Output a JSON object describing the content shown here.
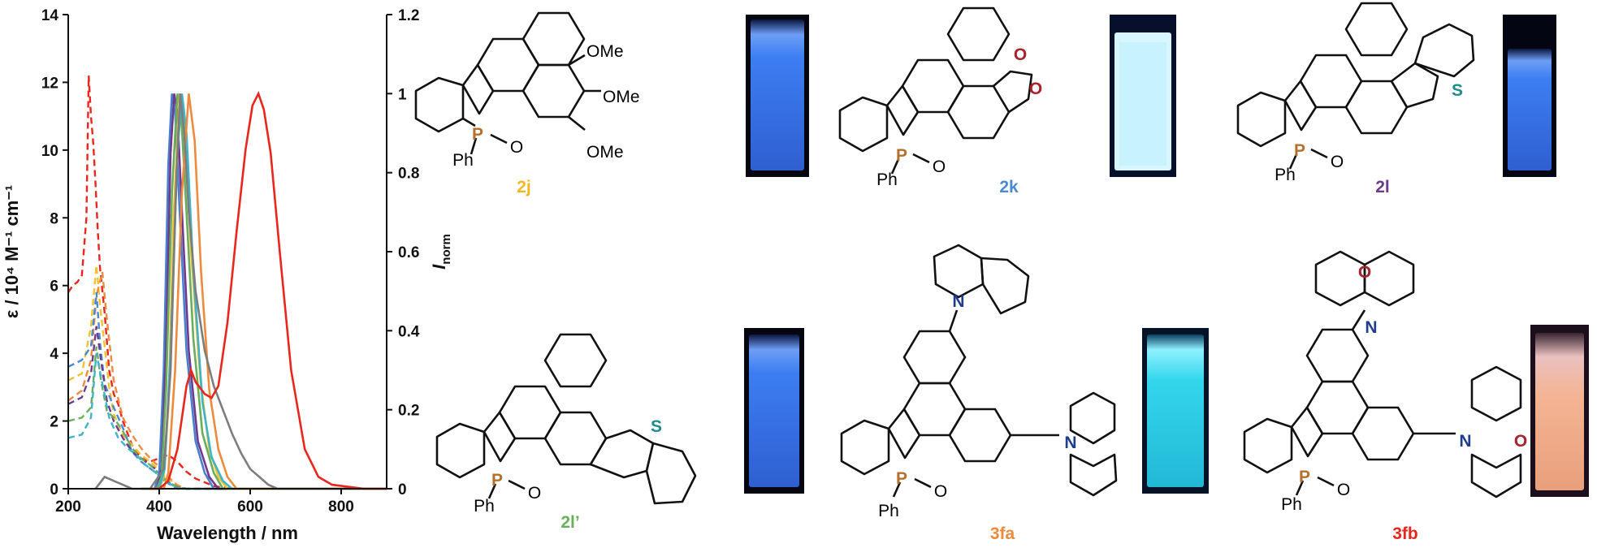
{
  "chart_data": {
    "type": "line",
    "xlabel": "Wavelength / nm",
    "ylabel_left": "ε / 10⁴ M⁻¹ cm⁻¹",
    "ylabel_right": "I_norm",
    "xlim": [
      200,
      900
    ],
    "ylim_left": [
      0,
      14
    ],
    "ylim_right": [
      0,
      1.2
    ],
    "x_ticks": [
      "200",
      "400",
      "600",
      "800"
    ],
    "y_left_ticks": [
      "0",
      "2",
      "4",
      "6",
      "8",
      "10",
      "12",
      "14"
    ],
    "y_right_ticks": [
      "0",
      "0.2",
      "0.4",
      "0.6",
      "0.8",
      "1",
      "1.2"
    ],
    "grid": false,
    "absorption_series": [
      {
        "color": "#e8261c",
        "points": [
          [
            200,
            5.8
          ],
          [
            210,
            6.0
          ],
          [
            220,
            6.1
          ],
          [
            230,
            6.3
          ],
          [
            240,
            8.0
          ],
          [
            245,
            12.2
          ],
          [
            250,
            11.0
          ],
          [
            255,
            10.2
          ],
          [
            260,
            9.0
          ],
          [
            265,
            7.6
          ],
          [
            270,
            6.5
          ],
          [
            280,
            5.2
          ],
          [
            290,
            3.5
          ],
          [
            300,
            2.8
          ],
          [
            310,
            2.5
          ],
          [
            320,
            2.0
          ],
          [
            340,
            1.3
          ],
          [
            360,
            0.9
          ],
          [
            380,
            0.8
          ],
          [
            400,
            0.9
          ],
          [
            420,
            1.0
          ],
          [
            440,
            0.8
          ],
          [
            460,
            0.5
          ],
          [
            480,
            0.3
          ],
          [
            520,
            0.08
          ],
          [
            560,
            0.0
          ],
          [
            900,
            0.0
          ]
        ]
      },
      {
        "color": "#f2c12e",
        "points": [
          [
            200,
            3.2
          ],
          [
            230,
            3.4
          ],
          [
            250,
            4.8
          ],
          [
            262,
            6.6
          ],
          [
            270,
            5.4
          ],
          [
            280,
            4.2
          ],
          [
            290,
            3.0
          ],
          [
            300,
            2.2
          ],
          [
            320,
            1.6
          ],
          [
            340,
            1.3
          ],
          [
            360,
            1.0
          ],
          [
            380,
            0.8
          ],
          [
            400,
            0.55
          ],
          [
            420,
            0.3
          ],
          [
            440,
            0.1
          ],
          [
            460,
            0.0
          ],
          [
            900,
            0.0
          ]
        ]
      },
      {
        "color": "#f08a3e",
        "points": [
          [
            200,
            2.6
          ],
          [
            230,
            2.9
          ],
          [
            250,
            3.8
          ],
          [
            262,
            5.7
          ],
          [
            275,
            6.4
          ],
          [
            285,
            5.0
          ],
          [
            300,
            3.2
          ],
          [
            320,
            2.1
          ],
          [
            340,
            1.6
          ],
          [
            360,
            1.2
          ],
          [
            380,
            0.9
          ],
          [
            400,
            0.65
          ],
          [
            420,
            0.35
          ],
          [
            440,
            0.1
          ],
          [
            460,
            0.0
          ],
          [
            900,
            0.0
          ]
        ]
      },
      {
        "color": "#4a8ad4",
        "points": [
          [
            200,
            3.6
          ],
          [
            230,
            3.8
          ],
          [
            250,
            4.2
          ],
          [
            262,
            5.8
          ],
          [
            270,
            4.3
          ],
          [
            280,
            3.1
          ],
          [
            300,
            2.4
          ],
          [
            320,
            1.8
          ],
          [
            340,
            1.1
          ],
          [
            360,
            0.8
          ],
          [
            380,
            0.6
          ],
          [
            400,
            0.4
          ],
          [
            420,
            0.15
          ],
          [
            440,
            0.0
          ],
          [
            900,
            0.0
          ]
        ]
      },
      {
        "color": "#6e3a8c",
        "points": [
          [
            200,
            2.5
          ],
          [
            230,
            2.7
          ],
          [
            250,
            3.4
          ],
          [
            262,
            4.8
          ],
          [
            272,
            3.8
          ],
          [
            285,
            2.6
          ],
          [
            300,
            2.0
          ],
          [
            320,
            1.5
          ],
          [
            340,
            1.1
          ],
          [
            360,
            0.9
          ],
          [
            380,
            0.7
          ],
          [
            400,
            0.5
          ],
          [
            420,
            0.2
          ],
          [
            440,
            0.05
          ],
          [
            460,
            0.0
          ],
          [
            900,
            0.0
          ]
        ]
      },
      {
        "color": "#6aad5b",
        "points": [
          [
            200,
            2.0
          ],
          [
            230,
            2.1
          ],
          [
            250,
            2.4
          ],
          [
            262,
            4.2
          ],
          [
            272,
            3.2
          ],
          [
            285,
            2.3
          ],
          [
            300,
            2.1
          ],
          [
            320,
            1.7
          ],
          [
            340,
            1.2
          ],
          [
            360,
            0.9
          ],
          [
            380,
            0.7
          ],
          [
            400,
            0.45
          ],
          [
            420,
            0.2
          ],
          [
            440,
            0.05
          ],
          [
            460,
            0.0
          ],
          [
            900,
            0.0
          ]
        ]
      },
      {
        "color": "#3fb4c8",
        "points": [
          [
            200,
            1.5
          ],
          [
            230,
            1.6
          ],
          [
            250,
            2.1
          ],
          [
            262,
            4.0
          ],
          [
            275,
            3.1
          ],
          [
            290,
            2.1
          ],
          [
            310,
            1.5
          ],
          [
            330,
            1.2
          ],
          [
            350,
            1.0
          ],
          [
            370,
            0.7
          ],
          [
            390,
            0.5
          ],
          [
            410,
            0.25
          ],
          [
            430,
            0.1
          ],
          [
            450,
            0.0
          ],
          [
            900,
            0.0
          ]
        ]
      }
    ],
    "emission_series": [
      {
        "color": "#4a7fd0",
        "points": [
          [
            360,
            0.0
          ],
          [
            390,
            0.0
          ],
          [
            400,
            0.04
          ],
          [
            410,
            0.3
          ],
          [
            420,
            0.82
          ],
          [
            428,
            1.0
          ],
          [
            435,
            0.95
          ],
          [
            445,
            0.7
          ],
          [
            460,
            0.35
          ],
          [
            480,
            0.12
          ],
          [
            500,
            0.04
          ],
          [
            520,
            0.0
          ],
          [
            900,
            0.0
          ]
        ]
      },
      {
        "color": "#6e3a8c",
        "points": [
          [
            360,
            0.0
          ],
          [
            395,
            0.0
          ],
          [
            405,
            0.05
          ],
          [
            415,
            0.35
          ],
          [
            425,
            0.85
          ],
          [
            433,
            1.0
          ],
          [
            440,
            0.95
          ],
          [
            450,
            0.7
          ],
          [
            465,
            0.35
          ],
          [
            485,
            0.12
          ],
          [
            510,
            0.03
          ],
          [
            530,
            0.0
          ],
          [
            900,
            0.0
          ]
        ]
      },
      {
        "color": "#6aad5b",
        "points": [
          [
            360,
            0.0
          ],
          [
            395,
            0.0
          ],
          [
            405,
            0.03
          ],
          [
            415,
            0.25
          ],
          [
            428,
            0.75
          ],
          [
            440,
            1.0
          ],
          [
            448,
            0.95
          ],
          [
            460,
            0.7
          ],
          [
            475,
            0.38
          ],
          [
            495,
            0.14
          ],
          [
            520,
            0.04
          ],
          [
            540,
            0.0
          ],
          [
            900,
            0.0
          ]
        ]
      },
      {
        "color": "#f2c12e",
        "points": [
          [
            360,
            0.0
          ],
          [
            400,
            0.0
          ],
          [
            410,
            0.03
          ],
          [
            420,
            0.2
          ],
          [
            432,
            0.7
          ],
          [
            445,
            1.0
          ],
          [
            455,
            0.93
          ],
          [
            470,
            0.6
          ],
          [
            490,
            0.28
          ],
          [
            510,
            0.1
          ],
          [
            530,
            0.03
          ],
          [
            550,
            0.0
          ],
          [
            900,
            0.0
          ]
        ]
      },
      {
        "color": "#3fb4c8",
        "points": [
          [
            360,
            0.0
          ],
          [
            400,
            0.0
          ],
          [
            412,
            0.05
          ],
          [
            425,
            0.35
          ],
          [
            440,
            0.85
          ],
          [
            450,
            1.0
          ],
          [
            460,
            0.9
          ],
          [
            475,
            0.55
          ],
          [
            495,
            0.22
          ],
          [
            515,
            0.08
          ],
          [
            540,
            0.02
          ],
          [
            560,
            0.0
          ],
          [
            900,
            0.0
          ]
        ]
      },
      {
        "color": "#ee8a3c",
        "points": [
          [
            360,
            0.0
          ],
          [
            410,
            0.0
          ],
          [
            420,
            0.04
          ],
          [
            435,
            0.3
          ],
          [
            450,
            0.75
          ],
          [
            465,
            1.0
          ],
          [
            478,
            0.88
          ],
          [
            492,
            0.55
          ],
          [
            510,
            0.25
          ],
          [
            530,
            0.1
          ],
          [
            550,
            0.03
          ],
          [
            570,
            0.0
          ],
          [
            900,
            0.0
          ]
        ]
      },
      {
        "color": "#7d7d7d",
        "points": [
          [
            260,
            0.0
          ],
          [
            280,
            0.03
          ],
          [
            300,
            0.02
          ],
          [
            320,
            0.01
          ],
          [
            340,
            0.0
          ],
          [
            380,
            0.0
          ],
          [
            410,
            0.05
          ],
          [
            425,
            0.3
          ],
          [
            438,
            0.8
          ],
          [
            446,
            1.0
          ],
          [
            455,
            0.9
          ],
          [
            465,
            0.7
          ],
          [
            480,
            0.5
          ],
          [
            500,
            0.35
          ],
          [
            520,
            0.26
          ],
          [
            540,
            0.2
          ],
          [
            560,
            0.14
          ],
          [
            580,
            0.09
          ],
          [
            600,
            0.05
          ],
          [
            620,
            0.03
          ],
          [
            640,
            0.01
          ],
          [
            660,
            0.0
          ],
          [
            900,
            0.0
          ]
        ]
      },
      {
        "color": "#e8261c",
        "points": [
          [
            380,
            0.0
          ],
          [
            400,
            0.0
          ],
          [
            420,
            0.02
          ],
          [
            440,
            0.1
          ],
          [
            460,
            0.26
          ],
          [
            470,
            0.3
          ],
          [
            480,
            0.27
          ],
          [
            500,
            0.24
          ],
          [
            515,
            0.23
          ],
          [
            530,
            0.26
          ],
          [
            550,
            0.42
          ],
          [
            570,
            0.65
          ],
          [
            590,
            0.86
          ],
          [
            605,
            0.97
          ],
          [
            618,
            1.0
          ],
          [
            630,
            0.96
          ],
          [
            645,
            0.85
          ],
          [
            665,
            0.6
          ],
          [
            690,
            0.3
          ],
          [
            720,
            0.1
          ],
          [
            750,
            0.03
          ],
          [
            780,
            0.01
          ],
          [
            850,
            0.0
          ],
          [
            900,
            0.0
          ]
        ]
      }
    ]
  },
  "compounds": [
    {
      "id": "2j",
      "label": "2j",
      "color": "#f2b724",
      "substituents": [
        "OMe",
        "OMe",
        "OMe"
      ]
    },
    {
      "id": "2k",
      "label": "2k",
      "color": "#4a8ad4",
      "substituents": [
        "O",
        "O"
      ]
    },
    {
      "id": "2l",
      "label": "2l",
      "color": "#6e3a8c",
      "substituents": [
        "S"
      ]
    },
    {
      "id": "2l-prime",
      "label": "2l’",
      "color": "#6aad5b",
      "substituents": [
        "S"
      ]
    },
    {
      "id": "3fa",
      "label": "3fa",
      "color": "#ee8a3c",
      "substituents": [
        "N",
        "N"
      ]
    },
    {
      "id": "3fb",
      "label": "3fb",
      "color": "#e8261c",
      "substituents": [
        "O",
        "N",
        "N",
        "O"
      ]
    }
  ],
  "atom_labels": {
    "phenyl": "Ph",
    "phosphorus": "P",
    "oxide": "O"
  },
  "colors": {
    "phosphorus": "#b5702d",
    "oxygen": "#a8232a",
    "sulfur": "#1e8c8c",
    "nitrogen": "#1e3d8c",
    "vial_blue": "#3c7ef2",
    "vial_cyan": "#2ad0e0",
    "vial_peach": "#f4b493"
  }
}
